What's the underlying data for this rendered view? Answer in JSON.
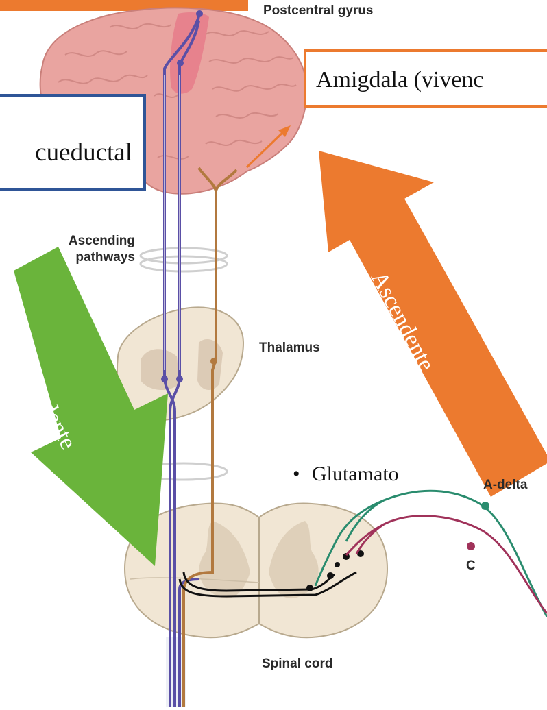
{
  "labels": {
    "postcentral": "Postcentral gyrus",
    "ascending_line1": "Ascending",
    "ascending_line2": "pathways",
    "thalamus": "Thalamus",
    "spinal_cord": "Spinal cord",
    "a_delta": "A-delta",
    "c_fiber": "C"
  },
  "boxes": {
    "amigdala": "Amigdala (vivenc",
    "periacueductal": "cueductal"
  },
  "arrows": {
    "ascendente": "Ascendente",
    "descendente": "scendente"
  },
  "bullet": {
    "mark": "•",
    "text": "Glutamato"
  },
  "colors": {
    "orange": "#ec7a2f",
    "blue_border": "#2f5597",
    "green": "#6ab43b",
    "purple": "#5a4fa6",
    "brown": "#b2793f",
    "teal": "#2a8c6e",
    "magenta": "#a0325a",
    "brain": "#e9a4a0"
  }
}
